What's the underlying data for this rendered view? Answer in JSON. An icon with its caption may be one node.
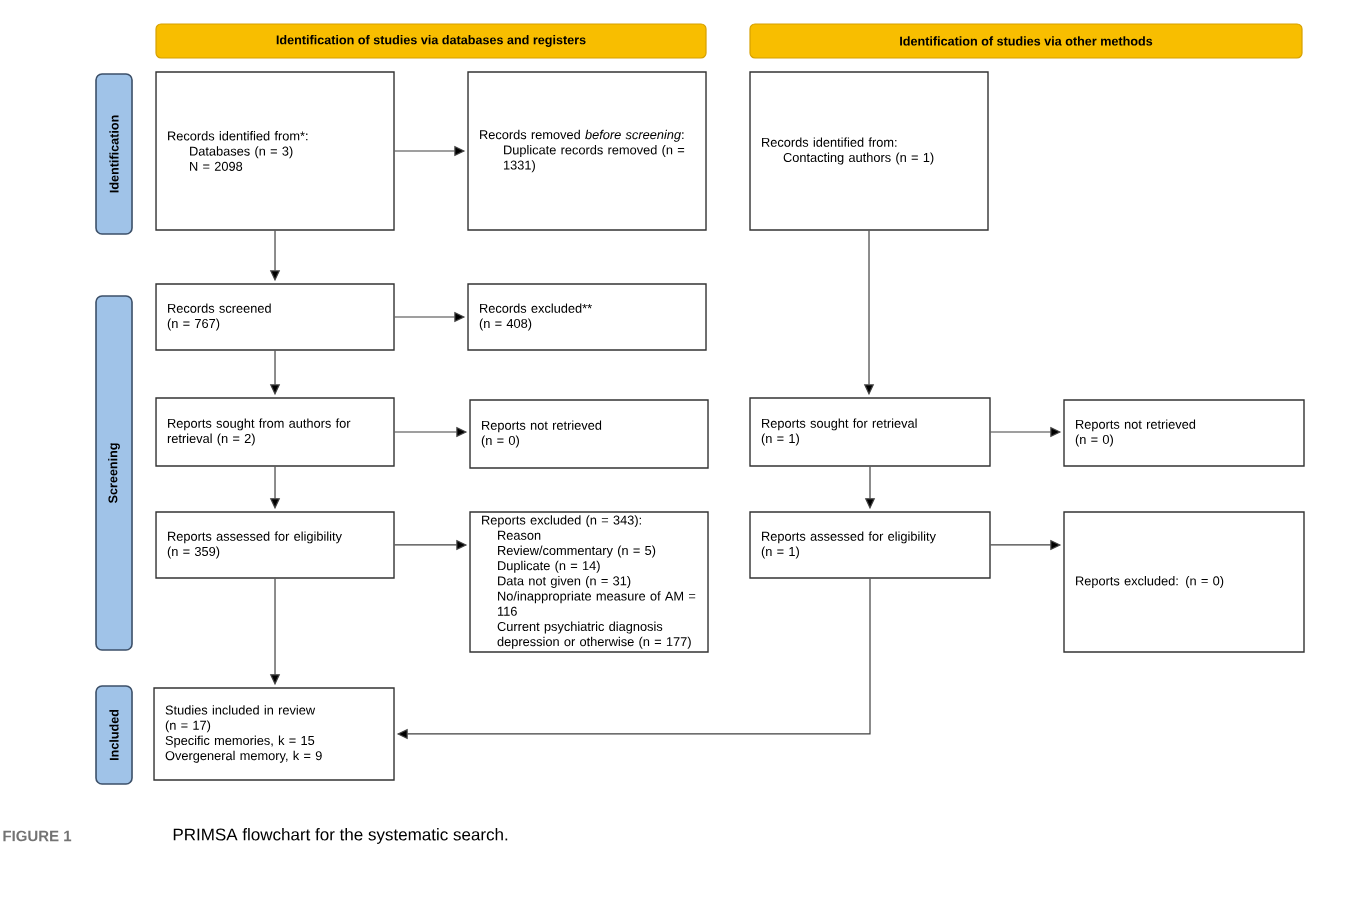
{
  "diagram": {
    "caption": "PRIMSA flowchart for the systematic search.",
    "nodes": [
      {
        "text": [
          "Identification of studies via databases and registers"
        ]
      },
      {
        "text": [
          "Identification of studies via other methods"
        ]
      },
      {
        "text": [
          "Identification"
        ]
      },
      {
        "text": [
          "Screening"
        ]
      },
      {
        "text": [
          "Included"
        ]
      },
      {
        "text": [
          "Records identified from*:",
          "Databases (n = 3)",
          "N = 2098"
        ]
      },
      {
        "text": [
          "Records removed *before screening*:",
          "Duplicate records removed (n = 1331)"
        ]
      },
      {
        "text": [
          "Records screened",
          "(n = 767)"
        ]
      },
      {
        "text": [
          "Records excluded**",
          "(n = 408)"
        ]
      },
      {
        "text": [
          "Reports sought from authors for retrieval (n = 2)"
        ]
      },
      {
        "text": [
          "Reports not retrieved",
          "(n = 0)"
        ]
      },
      {
        "text": [
          "Reports assessed for eligibility",
          "(n = 359)"
        ]
      },
      {
        "text": [
          "Reports excluded (n = 343):",
          "Reason",
          "Review/commentary (n = 5)",
          "Duplicate (n = 14)",
          "Data not given (n = 31)",
          "No/inappropriate measure of AM = 116",
          "Current psychiatric diagnosis depression or otherwise (n = 177)"
        ]
      },
      {
        "text": [
          "Studies included in review",
          "(n = 17)",
          "Specific memories, k = 15",
          "Overgeneral memory, k = 9"
        ]
      },
      {
        "text": [
          "Records identified from:",
          "Contacting authors (n = 1)"
        ]
      },
      {
        "text": [
          "Reports sought for retrieval",
          "(n = 1)"
        ]
      },
      {
        "text": [
          "Reports not retrieved",
          "(n = 0)"
        ]
      },
      {
        "text": [
          "Reports assessed for eligibility",
          "(n = 1)"
        ]
      },
      {
        "text": [
          "Reports excluded: (n = 0)"
        ]
      }
    ],
    "edges": [
      {
        "from": 5,
        "to": 6,
        "arrow": "to"
      },
      {
        "from": 5,
        "to": 7,
        "arrow": "to"
      },
      {
        "from": 7,
        "to": 8,
        "arrow": "to"
      },
      {
        "from": 7,
        "to": 9,
        "arrow": "to"
      },
      {
        "from": 9,
        "to": 10,
        "arrow": "to"
      },
      {
        "from": 9,
        "to": 11,
        "arrow": "to"
      },
      {
        "from": 11,
        "to": 12,
        "arrow": "to"
      },
      {
        "from": 11,
        "to": 13,
        "arrow": "to"
      },
      {
        "from": 14,
        "to": 15,
        "arrow": "to"
      },
      {
        "from": 15,
        "to": 16,
        "arrow": "to"
      },
      {
        "from": 15,
        "to": 17,
        "arrow": "to"
      },
      {
        "from": 17,
        "to": 18,
        "arrow": "to"
      },
      {
        "from": 17,
        "to": 13,
        "arrow": "to"
      }
    ],
    "labels": [
      "FIGURE 1"
    ]
  }
}
